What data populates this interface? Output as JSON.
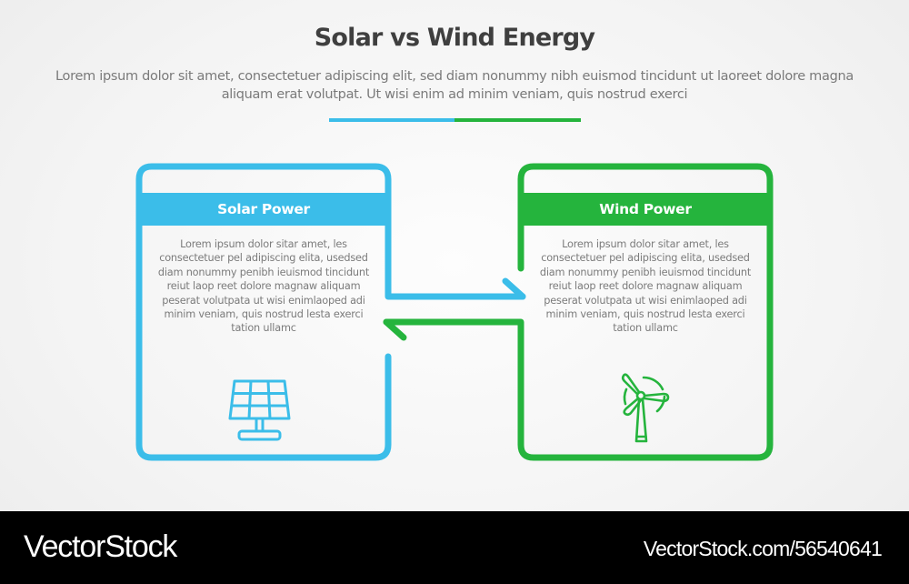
{
  "header": {
    "title": "Solar vs Wind Energy",
    "subtitle": "Lorem ipsum dolor sit amet, consectetuer adipiscing elit, sed diam nonummy nibh euismod tincidunt ut laoreet dolore magna aliquam erat volutpat. Ut wisi enim ad minim veniam, quis nostrud exerci"
  },
  "colors": {
    "solar": "#3bbde9",
    "wind": "#25b43d",
    "title": "#3f3f3f",
    "text": "#7b7b7b"
  },
  "panels": [
    {
      "title": "Solar Power",
      "body": "Lorem ipsum dolor sitar amet, les consectetuer pel adipiscing elita, usedsed diam nonummy penibh ieuismod tincidunt reiut laop reet dolore magnaw aliquam peserat volutpata ut wisi enimlaoped adi minim veniam, quis nostrud lesta exerci tation ullamc",
      "icon": "solar-panel-icon"
    },
    {
      "title": "Wind Power",
      "body": "Lorem ipsum dolor sitar amet, les consectetuer pel adipiscing elita, usedsed diam nonummy penibh ieuismod tincidunt reiut laop reet dolore magnaw aliquam peserat volutpata ut wisi enimlaoped adi minim veniam, quis nostrud lesta exerci tation ullamc",
      "icon": "wind-turbine-icon"
    }
  ],
  "arrows": [
    {
      "direction": "right",
      "from": "Solar Power",
      "to": "Wind Power",
      "color": "#3bbde9"
    },
    {
      "direction": "left",
      "from": "Wind Power",
      "to": "Solar Power",
      "color": "#25b43d"
    }
  ],
  "footer": {
    "brand": "VectorStock",
    "url": "VectorStock.com/56540641"
  }
}
